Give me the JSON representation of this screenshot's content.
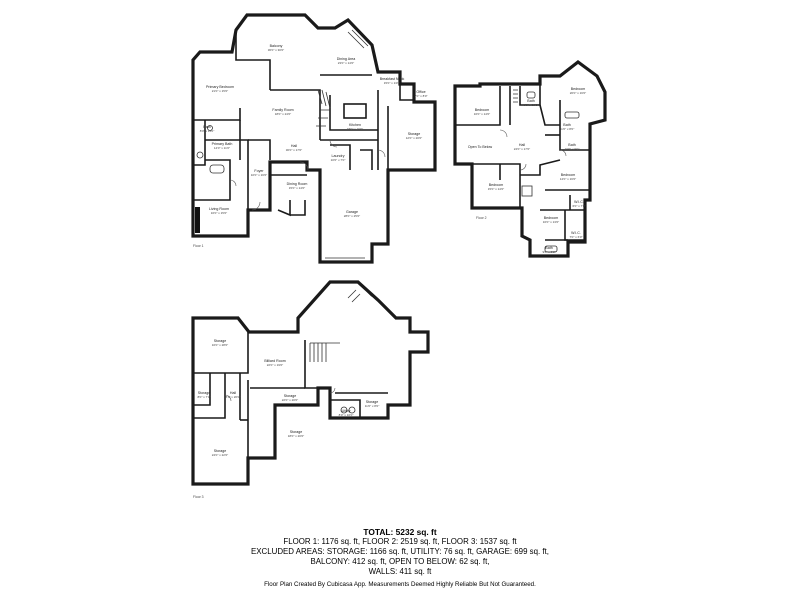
{
  "floors": {
    "floor1": {
      "label": "Floor 1",
      "rooms": [
        {
          "name": "Balcony",
          "dims": "36'0\" x 30'0\""
        },
        {
          "name": "Dining Area",
          "dims": "23'0\" x 14'0\""
        },
        {
          "name": "Breakfast Nook",
          "dims": "15'0\" x 13'0\""
        },
        {
          "name": "Primary Bedroom",
          "dims": "21'0\" x 15'0\""
        },
        {
          "name": "Family Room",
          "dims": "18'0\" x 24'0\""
        },
        {
          "name": "Kitchen",
          "dims": "18'0\" x 16'0\""
        },
        {
          "name": "Office",
          "dims": "7'0\" x 8'0\""
        },
        {
          "name": "Storage",
          "dims": "12'0\" x 20'0\""
        },
        {
          "name": "Bath",
          "dims": "8'0\" x 11'0\""
        },
        {
          "name": "Primary Bath",
          "dims": "14'0\" x 11'0\""
        },
        {
          "name": "Hall",
          "dims": "30'0\" x 17'0\""
        },
        {
          "name": "Foyer",
          "dims": "10'0\" x 16'0\""
        },
        {
          "name": "Laundry",
          "dims": "10'0\" x 7'0\""
        },
        {
          "name": "Living Room",
          "dims": "16'0\" x 15'0\""
        },
        {
          "name": "Dining Room",
          "dims": "15'0\" x 14'0\""
        },
        {
          "name": "Garage",
          "dims": "28'0\" x 25'0\""
        }
      ]
    },
    "floor2": {
      "label": "Floor 2",
      "rooms": [
        {
          "name": "Bedroom",
          "dims": "16'0\" x 14'0\""
        },
        {
          "name": "Bath",
          "dims": "8'0\" x 10'0\""
        },
        {
          "name": "Bedroom",
          "dims": "20'0\" x 16'0\""
        },
        {
          "name": "Bath",
          "dims": "11'0\" x 8'0\""
        },
        {
          "name": "Open To Below",
          "dims": ""
        },
        {
          "name": "Hall",
          "dims": "24'0\" x 17'0\""
        },
        {
          "name": "Bath",
          "dims": "10'0\" x 9'0\""
        },
        {
          "name": "Bedroom",
          "dims": "15'0\" x 14'0\""
        },
        {
          "name": "Bedroom",
          "dims": "14'0\" x 16'0\""
        },
        {
          "name": "W.I.C.",
          "dims": "6'0\" x 7'0\""
        },
        {
          "name": "Bedroom",
          "dims": "16'0\" x 13'0\""
        },
        {
          "name": "W.I.C.",
          "dims": "7'0\" x 6'0\""
        },
        {
          "name": "Bath",
          "dims": "9'0\" x 8'0\""
        }
      ]
    },
    "floor3": {
      "label": "Floor 3",
      "rooms": [
        {
          "name": "Storage",
          "dims": "16'0\" x 28'0\""
        },
        {
          "name": "Billiard Room",
          "dims": "22'0\" x 19'0\""
        },
        {
          "name": "Storage",
          "dims": "8'0\" x 7'0\""
        },
        {
          "name": "Hall",
          "dims": "5'0\" x 20'0\""
        },
        {
          "name": "Storage",
          "dims": "22'0\" x 20'0\""
        },
        {
          "name": "Storage",
          "dims": "18'0\" x 20'0\""
        },
        {
          "name": "Utility",
          "dims": "8'0\" x 10'0\""
        },
        {
          "name": "Storage",
          "dims": "11'0\" x 8'0\""
        },
        {
          "name": "Storage",
          "dims": "24'0\" x 22'0\""
        }
      ]
    }
  },
  "summary": {
    "total": "TOTAL: 5232 sq. ft",
    "floors_line": "FLOOR 1: 1176 sq. ft, FLOOR 2: 2519 sq. ft, FLOOR 3: 1537 sq. ft",
    "excluded_line": "EXCLUDED AREAS: STORAGE: 1166 sq. ft, UTILITY: 76 sq. ft, GARAGE: 699 sq. ft,",
    "balcony_line": "BALCONY: 412 sq. ft, OPEN TO BELOW: 62 sq. ft,",
    "walls_line": "WALLS: 411 sq. ft",
    "credit": "Floor Plan Created By Cubicasa App. Measurements Deemed Highly Reliable But Not Guaranteed."
  }
}
